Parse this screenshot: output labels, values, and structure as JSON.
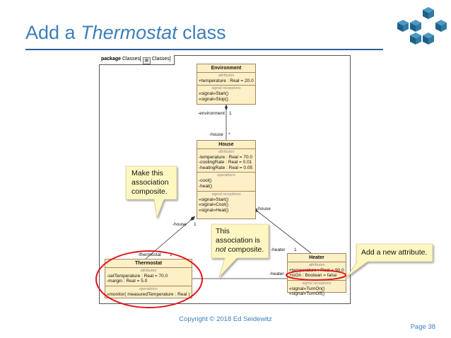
{
  "slide": {
    "title_prefix": "Add a ",
    "title_emph": "Thermostat",
    "title_suffix": " class",
    "footer": "Copyright © 2018 Ed Seidewitz",
    "page": "Page 38"
  },
  "colors": {
    "title": "#3d7eb9",
    "class_fill": "#fdefc6",
    "class_border": "#a8865e",
    "callout_fill": "#fef7c2",
    "highlight": "#e3151e",
    "logo": "#1e5f86"
  },
  "package": {
    "keyword": "package",
    "name": "Classes",
    "icon": "package-icon",
    "diagram_name": "Classes"
  },
  "classes": {
    "environment": {
      "name": "Environment",
      "attr_title": "attributes",
      "attrs": [
        "+temperature : Real = 20.0"
      ],
      "sig_title": "signal receptions",
      "sigs": [
        "«signal»Start()",
        "«signal»Stop()"
      ]
    },
    "house": {
      "name": "House",
      "attr_title": "attributes",
      "attrs": [
        "-temperature : Real = 70.0",
        "-coolingRate : Real = 0.01",
        "-heatingRate : Real = 0.05"
      ],
      "op_title": "operations",
      "ops": [
        "-cool()",
        "-heat()"
      ],
      "sig_title": "signal receptions",
      "sigs": [
        "«signal»Start()",
        "«signal»Cool()",
        "«signal»Heat()"
      ]
    },
    "thermostat": {
      "name": "Thermostat",
      "attr_title": "attributes",
      "attrs": [
        "-setTemperature : Real = 70.0",
        "-margin : Real = 5.0"
      ],
      "op_title": "operations",
      "ops": [
        "«monitor( measuredTemperature : Real )"
      ]
    },
    "heater": {
      "name": "Heater",
      "attr_title": "attributes",
      "attrs": [
        "+temperature : Real = 90.0",
        "+isOn : Boolean = false"
      ],
      "sig_title": "signal receptions",
      "sigs": [
        "«signal»TurnOn()",
        "«signal»TurnOff()"
      ]
    }
  },
  "ends": {
    "environment_role": "-environment",
    "environment_mult": "1",
    "house_role_top": "-house",
    "house_mult_top": "*",
    "house_role_left": "-house",
    "house_mult_left": "1",
    "house_role_right": "-house",
    "thermostat_role": "-thermostat",
    "thermostat_mult": "1",
    "heater_role_top": "-heater",
    "heater_mult_top": "1",
    "heater_role_left": "-heater"
  },
  "callouts": {
    "composite": {
      "lines": [
        "Make this",
        "association",
        "composite."
      ]
    },
    "not_composite": {
      "line1": "This",
      "line2": "association is",
      "emph": "not",
      "rest": " composite."
    },
    "new_attribute": {
      "text": "Add a new attribute."
    }
  }
}
